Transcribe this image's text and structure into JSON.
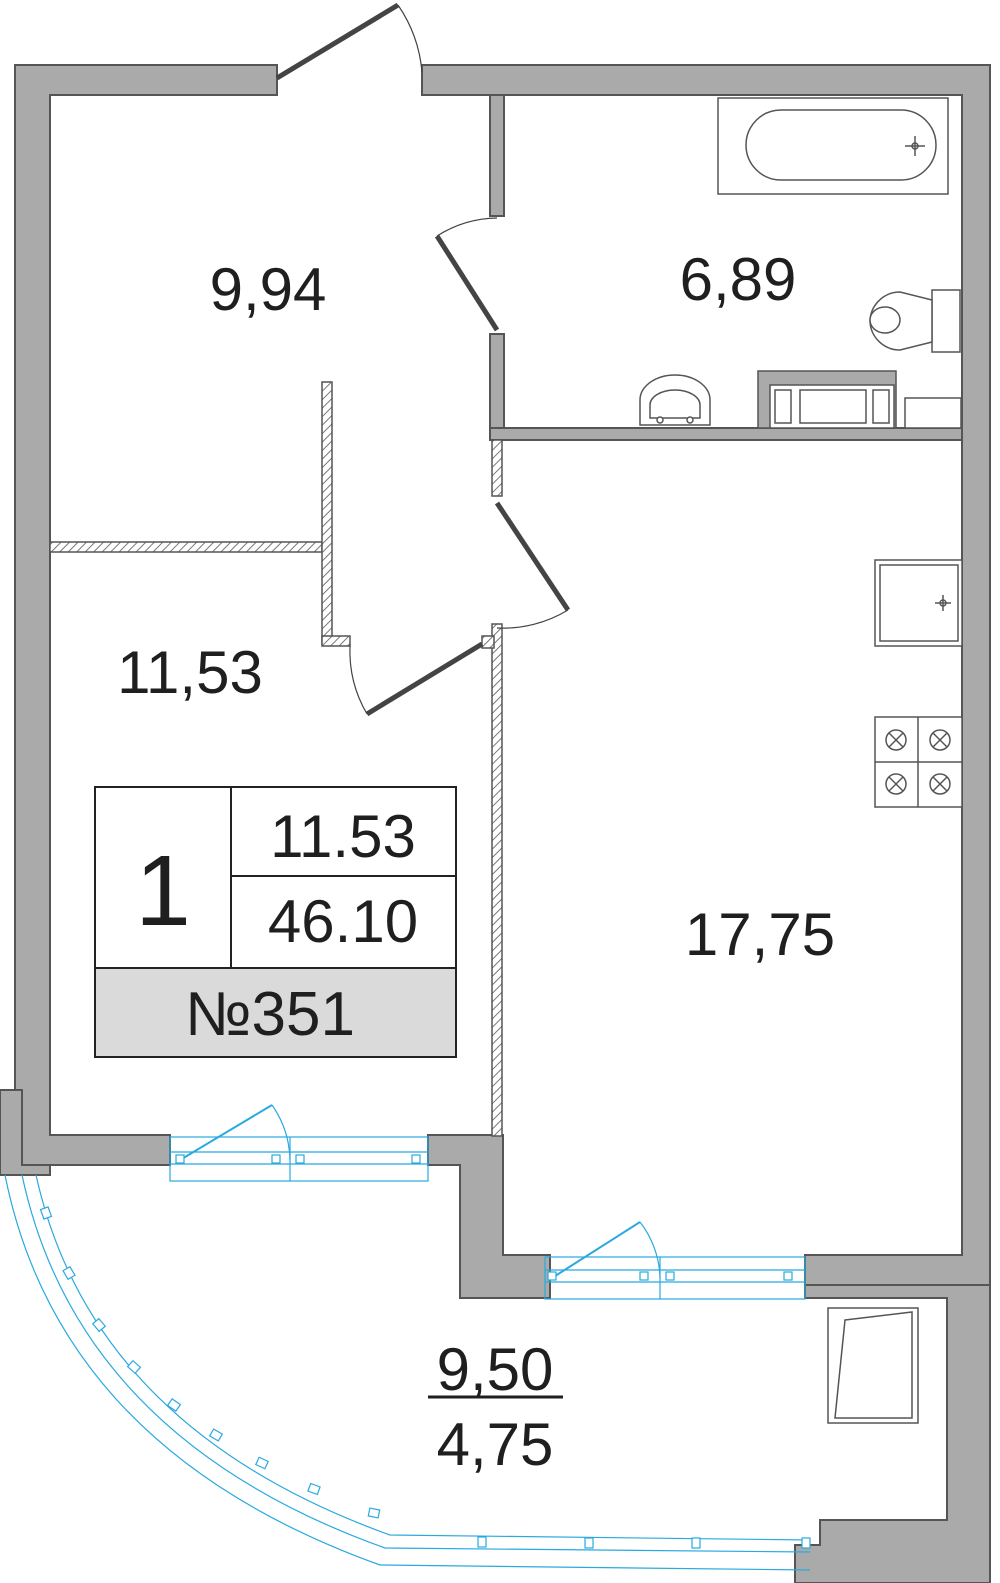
{
  "rooms": {
    "hall": "9,94",
    "bathroom": "6,89",
    "bedroom": "11,53",
    "kitchen_living": "17,75",
    "loggia_area": "9,50",
    "loggia_reduced": "4,75"
  },
  "info": {
    "rooms_count": "1",
    "living_area": "11.53",
    "total_area": "46.10",
    "apartment_number": "№351"
  },
  "colors": {
    "wall": "#aaaaaa",
    "wall_outline": "#555555",
    "glazing": "#29a9e0",
    "number_bg": "#dadada"
  }
}
